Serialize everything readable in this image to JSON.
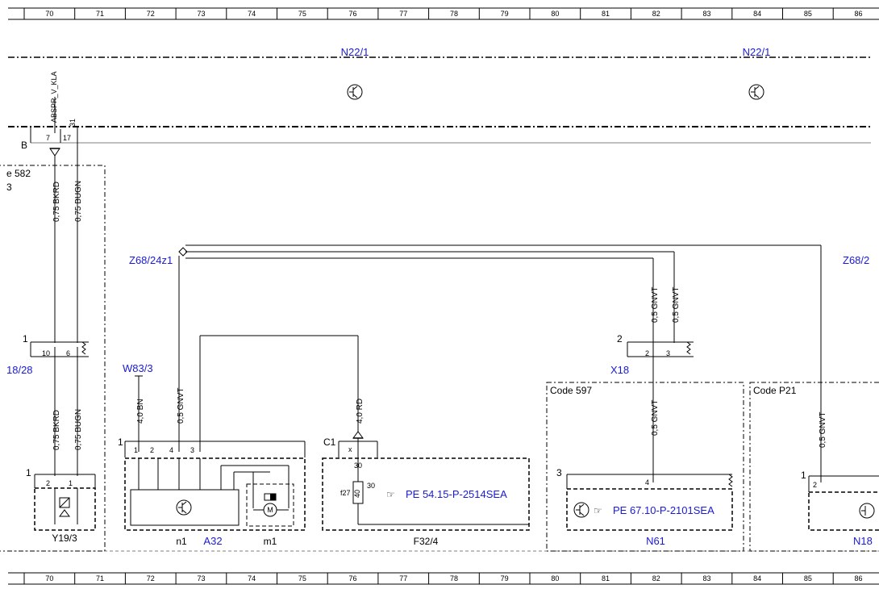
{
  "ruler": {
    "numbers": [
      "70",
      "71",
      "72",
      "73",
      "74",
      "75",
      "76",
      "77",
      "78",
      "79",
      "80",
      "81",
      "82",
      "83",
      "84",
      "85",
      "86"
    ]
  },
  "labels": {
    "n22_left": "N22/1",
    "n22_right": "N22/1",
    "b_label": "B",
    "code582_line1": "e 582",
    "code582_line2": "3",
    "connector_fragment": "18/28",
    "z68_left": "Z68/24z1",
    "z68_right": "Z68/2",
    "w83": "W83/3",
    "x18": "X18",
    "c1": "C1",
    "code597": "Code 597",
    "codep21": "Code P21",
    "y19": "Y19/3",
    "n1": "n1",
    "a32": "A32",
    "m1": "m1",
    "f32": "F32/4",
    "n61": "N61",
    "n18": "N18",
    "pe_f32": "PE 54.15-P-2514SEA",
    "pe_n61": "PE 67.10-P-2101SEA",
    "absp": "ABSPR_V_KLA"
  },
  "wires": {
    "bkrd_top": "0,75 BKRD",
    "bugn_top": "0,75 BUGN",
    "bkrd_bot": "0,75 BKRD",
    "bugn_bot": "0,75 BUGN",
    "bn": "4,0 BN",
    "gnvt_a32": "0,5 GNVT",
    "rd": "4,0 RD",
    "gnvt_x18a": "0,5 GNVT",
    "gnvt_x18b": "0,5 GNVT",
    "gnvt_n61": "0,5 GNVT",
    "gnvt_n18": "0,5 GNVT"
  },
  "pins": {
    "p7": "7",
    "p17": "17",
    "p31": "31",
    "p1_left": "1",
    "p10": "10",
    "p6": "6",
    "p1_y19": "1",
    "p2_y19": "2",
    "p1b_y19": "1",
    "p1_a32": "1",
    "p1_a32b": "1",
    "p2_a32": "2",
    "p4_a32": "4",
    "p3_a32": "3",
    "px_c1": "x",
    "p30a": "30",
    "p30b": "30",
    "p40": "40",
    "pf27": "f27",
    "p2_x18": "2",
    "p2b_x18": "2",
    "p3_x18": "3",
    "p3_n61": "3",
    "p4_n61": "4",
    "p1_n18": "1",
    "p2_n18": "2"
  },
  "colors": {
    "link": "#1a1ad6",
    "line": "#000000"
  }
}
